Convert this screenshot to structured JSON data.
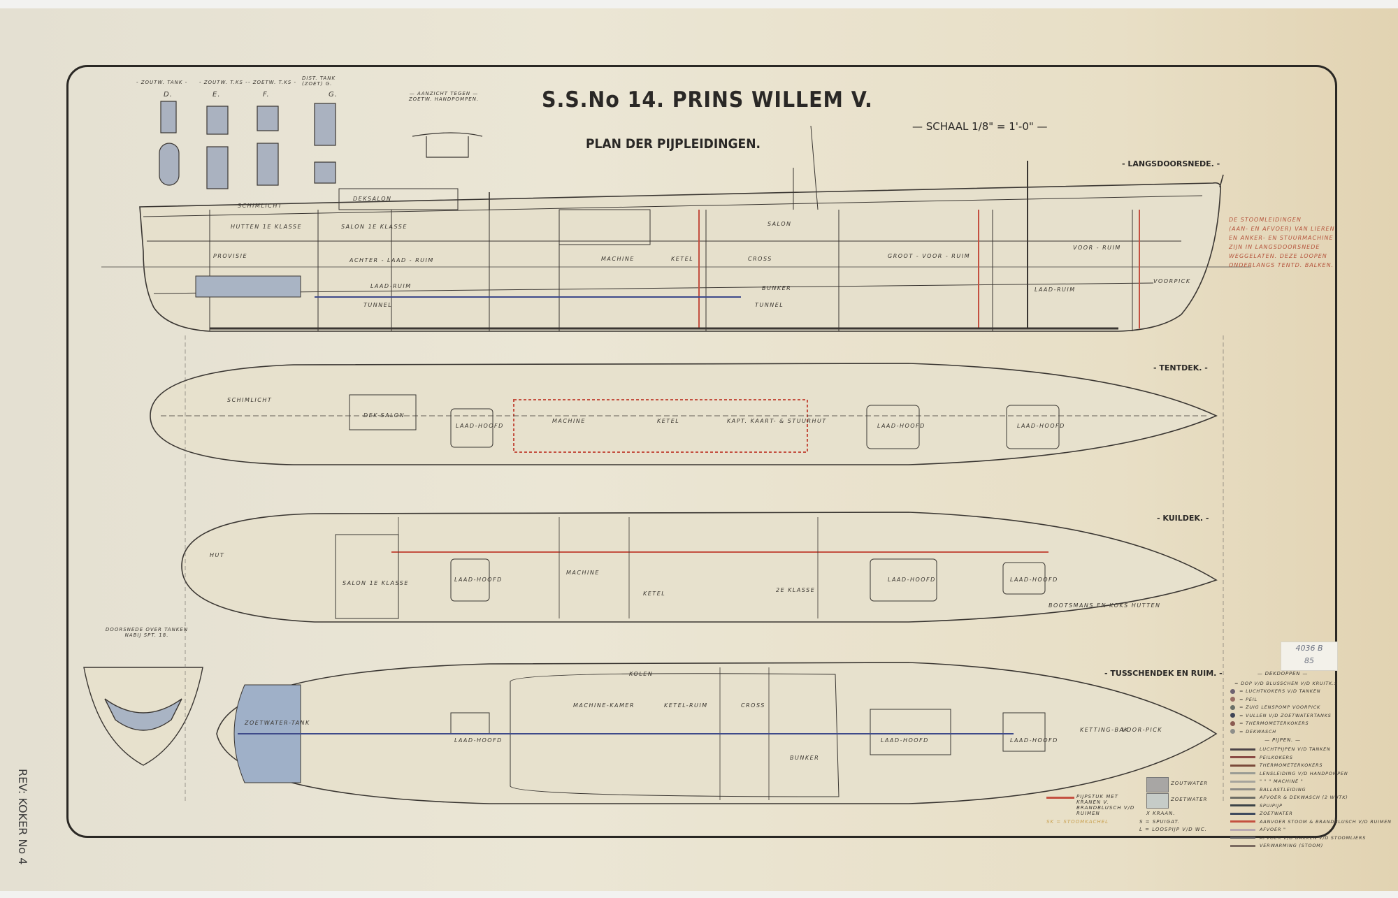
{
  "header": {
    "title": "S.S.No 14. PRINS WILLEM V.",
    "subtitle": "PLAN DER PIJPLEIDINGEN.",
    "scale": "— SCHAAL 1/8\" = 1'-0\" —"
  },
  "sections": {
    "longitudinal": "- LANGSDOORSNEDE. -",
    "tentdek": "- TENTDEK. -",
    "kuildek": "- KUILDEK. -",
    "tusschendek": "- TUSSCHENDEK EN RUIM. -",
    "cross_section": "DOORSNEDE OVER TANKEN NABIJ SPT. 18.",
    "pump_view": "— AANZICHT TEGEN — ZOETW. HANDPOMPEN."
  },
  "tanks": {
    "headers": [
      "- ZOUTW. TANK -",
      "- ZOUTW. T.KS -",
      "- ZOETW. T.KS -",
      "DIST. TANK (ZOET) G."
    ],
    "letters": [
      "D.",
      "E.",
      "F.",
      "G."
    ]
  },
  "rooms": {
    "profile": [
      "SALON",
      "HUTTEN 1E KLASSE",
      "SALON 1E KLASSE",
      "PROVISIE",
      "ACHTER - LAAD - RUIM",
      "LAAD-RUIM",
      "TUNNEL",
      "MACHINE",
      "KETEL",
      "CROSS",
      "BUNKER",
      "GROOT - VOOR - RUIM",
      "VOOR - RUIM",
      "LAAD-RUIM",
      "VOORPICK",
      "TUNNEL",
      "SCHIMLICHT",
      "DEKSALON"
    ],
    "tentdek": [
      "SCHIMLICHT",
      "DEK-SALON",
      "LAAD-HOOFD",
      "MACHINE",
      "KETEL",
      "KAPT. KAART- & STUURHUT",
      "LAAD-HOOFD",
      "LAAD-HOOFD"
    ],
    "kuildek": [
      "SALON 1E KLASSE",
      "HUT",
      "LAAD-HOOFD",
      "MACHINE",
      "KETEL",
      "2E KLASSE",
      "LAAD-HOOFD",
      "LAAD-HOOFD",
      "BOOTSMANS EN KOKS HUTTEN"
    ],
    "tusschendek": [
      "ZOETWATER-TANK",
      "LAAD-HOOFD",
      "MACHINE-KAMER",
      "KETEL-RUIM",
      "CROSS",
      "BUNKER",
      "LAAD-HOOFD",
      "LAAD-HOOFD",
      "KETTING-BAK",
      "VOOR-PICK",
      "KOLEN"
    ]
  },
  "note": [
    "DE STOOMLEIDINGEN",
    "(AAN- EN AFVOER) VAN LIEREN",
    "EN ANKER- EN STUURMACHINE",
    "ZIJN IN LANGSDOORSNEDE",
    "WEGGELATEN. DEZE LOOPEN",
    "ONDERLANGS TENTD. BALKEN."
  ],
  "legend": {
    "dekdoppen_title": "— DEKDOPPEN —",
    "dekdoppen": [
      {
        "label": "= DOP V/D BLUSSCHEN V/D KRUITK.S",
        "color": "#4a4a55"
      },
      {
        "label": "= LUCHTKOKERS V/D TANKEN",
        "color": "#6e6270"
      },
      {
        "label": "= PEIL",
        "color": "#9a6e64"
      },
      {
        "label": "= ZUIG LENSPOMP VOORPICK",
        "color": "#6a7068"
      },
      {
        "label": "= VULLEN V/D ZOETWATERTANKS",
        "color": "#3f4456"
      },
      {
        "label": "= THERMOMETERKOKERS",
        "color": "#8a5a50"
      },
      {
        "label": "= DEKWASCH",
        "color": "#8e8e8a"
      }
    ],
    "pijpen_title": "— PIJPEN. —",
    "pijpen": [
      {
        "label": "LUCHTPIJPEN V/D TANKEN",
        "color": "#4c4448"
      },
      {
        "label": "PEILKOKERS",
        "color": "#8a4a44"
      },
      {
        "label": "THERMOMETERKOKERS",
        "color": "#7a4a3a"
      },
      {
        "label": "LENSLEIDING V/D HANDPOMPEN",
        "color": "#9a9c94"
      },
      {
        "label": "\" \" \" MACHINE \"",
        "color": "#a6a49c"
      },
      {
        "label": "BALLASTLEIDING",
        "color": "#8e8c86"
      },
      {
        "label": "AFVOER & DEKWASCH (2 WUTK)",
        "color": "#6e6e66"
      },
      {
        "label": "SPUIPIJP",
        "color": "#3c4448"
      },
      {
        "label": "ZOETWATER",
        "color": "#3e4a5e"
      },
      {
        "label": "AANVOER STOOM & BRANDBLUSCH V/D RUIMEN",
        "color": "#c45040"
      },
      {
        "label": "AFVOER \"",
        "color": "#b8a8b0"
      },
      {
        "label": "AFVOER V/D BAKKEN V/D STOOMLIERS",
        "color": "#55555a"
      },
      {
        "label": "VERWARMING (STOOM)",
        "color": "#7a6a60"
      }
    ],
    "zoutwater": "ZOUTWATER",
    "zoetwater": "ZOETWATER",
    "zoutwater_color": "#a8a6a4",
    "zoetwater_color": "#c6ccc8",
    "pijpstuk": "PIJPSTUK MET KRANEN V. BRANDBLUSCH V/D RUIMEN",
    "stoomkachel": "SK = STOOMKACHEL",
    "kraan": "X KRAAN.",
    "spuigat": "S = SPUIGAT.",
    "loospijp": "L = LOOSPIJP V/D WC."
  },
  "stamp": [
    "4036 B",
    "85"
  ],
  "archive_label": "REV: KOKER No 4",
  "colors": {
    "paper": "#ebe6d5",
    "ink": "#2a2824",
    "red_pipe": "#c45040",
    "blue_tank": "#9fb0c8"
  }
}
